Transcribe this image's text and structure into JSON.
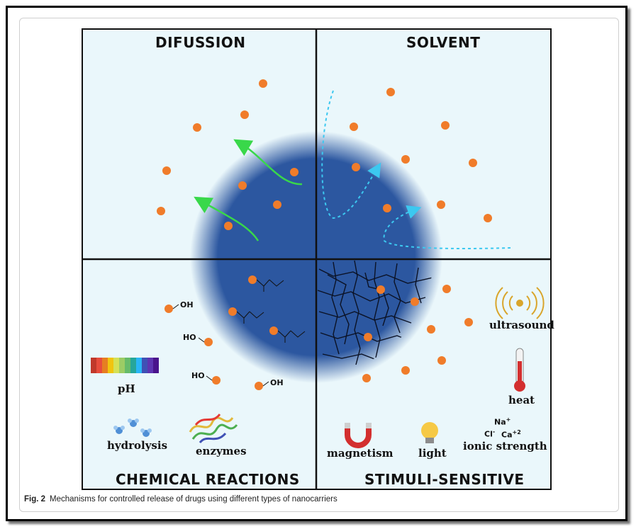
{
  "panels": {
    "top_left_title": "DIFUSSION",
    "top_right_title": "SOLVENT",
    "bottom_left_title": "CHEMICAL REACTIONS",
    "bottom_right_title": "STIMULI-SENSITIVE"
  },
  "chemical_labels": {
    "ph": "pH",
    "hydrolysis": "hydrolysis",
    "enzymes": "enzymes",
    "oh": "OH",
    "ho": "HO"
  },
  "stimuli_labels": {
    "ultrasound": "ultrasound",
    "heat": "heat",
    "magnetism": "magnetism",
    "light": "light",
    "ionic_strength": "ionic strength",
    "na": "Na",
    "na_charge": "+",
    "cl": "Cl",
    "cl_charge": "-",
    "ca": "Ca",
    "ca_charge": "+2"
  },
  "caption": {
    "label": "Fig. 2",
    "text": "Mechanisms for controlled release of drugs using different types of nanocarriers"
  },
  "colors": {
    "panel_bg": "#e9f7fb",
    "sphere": "#2c57a0",
    "drug": "#f07c2a",
    "diffusion_arrow": "#39d84a",
    "solvent_arrow": "#3cc8f0"
  }
}
